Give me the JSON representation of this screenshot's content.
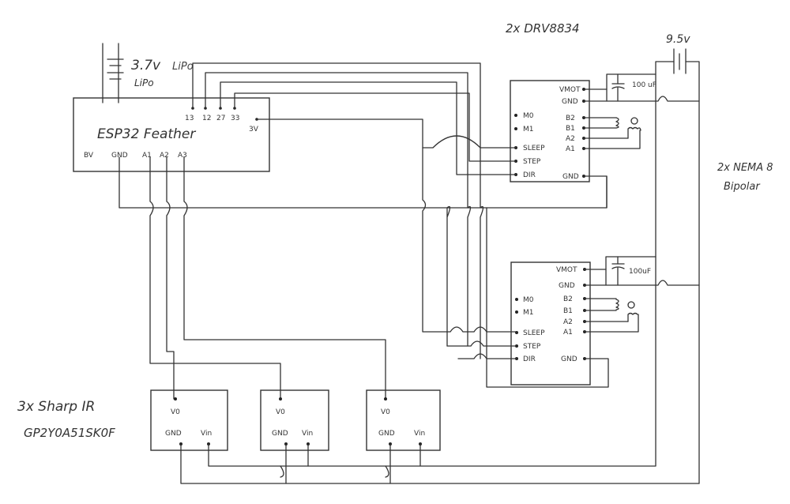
{
  "battery": {
    "voltage": "3.7v",
    "extra": "LiPo",
    "type": "LiPo"
  },
  "esp32": {
    "name": "ESP32 Feather",
    "top_pins": [
      "13",
      "12",
      "27",
      "33"
    ],
    "pin_3v": "3V",
    "bottom_pins": [
      "BV",
      "GND",
      "A1",
      "A2",
      "A3"
    ]
  },
  "drivers": {
    "title": "2x DRV8834",
    "upper": {
      "left_pins": [
        "M0",
        "M1",
        "SLEEP",
        "STEP",
        "DIR"
      ],
      "right_pins": [
        "VMOT",
        "GND",
        "B2",
        "B1",
        "A2",
        "A1",
        "GND"
      ],
      "cap": "100 uF"
    },
    "lower": {
      "left_pins": [
        "M0",
        "M1",
        "SLEEP",
        "STEP",
        "DIR"
      ],
      "right_pins": [
        "VMOT",
        "GND",
        "B2",
        "B1",
        "A2",
        "A1",
        "GND"
      ],
      "cap": "100uF"
    }
  },
  "power": {
    "label": "9.5v"
  },
  "motors": {
    "line1": "2x NEMA 8",
    "line2": "Bipolar"
  },
  "sensors": {
    "line1": "3x Sharp IR",
    "line2": "GP2Y0A51SK0F",
    "units": [
      {
        "vo": "V0",
        "gnd": "GND",
        "vin": "Vin"
      },
      {
        "vo": "V0",
        "gnd": "GND",
        "vin": "Vin"
      },
      {
        "vo": "V0",
        "gnd": "GND",
        "vin": "Vin"
      }
    ]
  }
}
